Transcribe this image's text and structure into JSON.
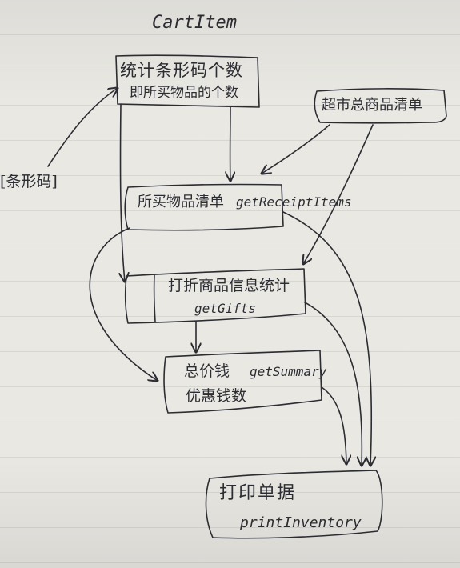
{
  "diagram": {
    "title": "CartItem",
    "left_input": "[条形码]",
    "count_box": {
      "line1": "统计条形码个数",
      "line2": "即所买物品的个数"
    },
    "catalog": "超市总商品清单",
    "receipt_items": {
      "label": "所买物品清单",
      "func": "getReceiptItems"
    },
    "gifts": {
      "label": "打折商品信息统计",
      "func": "getGifts"
    },
    "summary": {
      "label": "总价钱",
      "func": "getSummary",
      "line2": "优惠钱数"
    },
    "print": {
      "label": "打印单据",
      "func": "printInventory"
    },
    "colors": {
      "ink": "#2c2c33",
      "paper": "#e9e8e3"
    }
  }
}
